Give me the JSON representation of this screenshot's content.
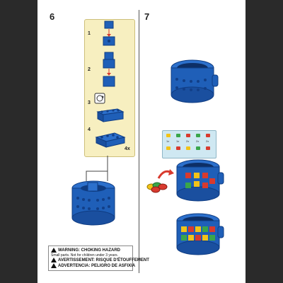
{
  "steps": {
    "left_step": "6",
    "right_step": "7"
  },
  "substeps": [
    "1",
    "2",
    "3",
    "4"
  ],
  "quantity": "4x",
  "legend": {
    "labels": [
      "1x",
      "1x",
      "2x",
      "2x",
      "2x"
    ]
  },
  "warnings": {
    "line1": "WARNING: CHOKING HAZARD",
    "line2": "Small parts. Not for children under 3 years.",
    "line3": "AVERTISSEMENT: RISQUE D'ÉTOUFFEMENT",
    "line4": "ADVERTENCIA: PELIGRO DE ASFIXIA"
  },
  "colors": {
    "brick_blue": "#1f5fb8",
    "brick_dark": "#0f3c82",
    "panel": "#f7efc0",
    "red": "#d83a2e",
    "yellow": "#f2c318",
    "green": "#3aa64a"
  }
}
